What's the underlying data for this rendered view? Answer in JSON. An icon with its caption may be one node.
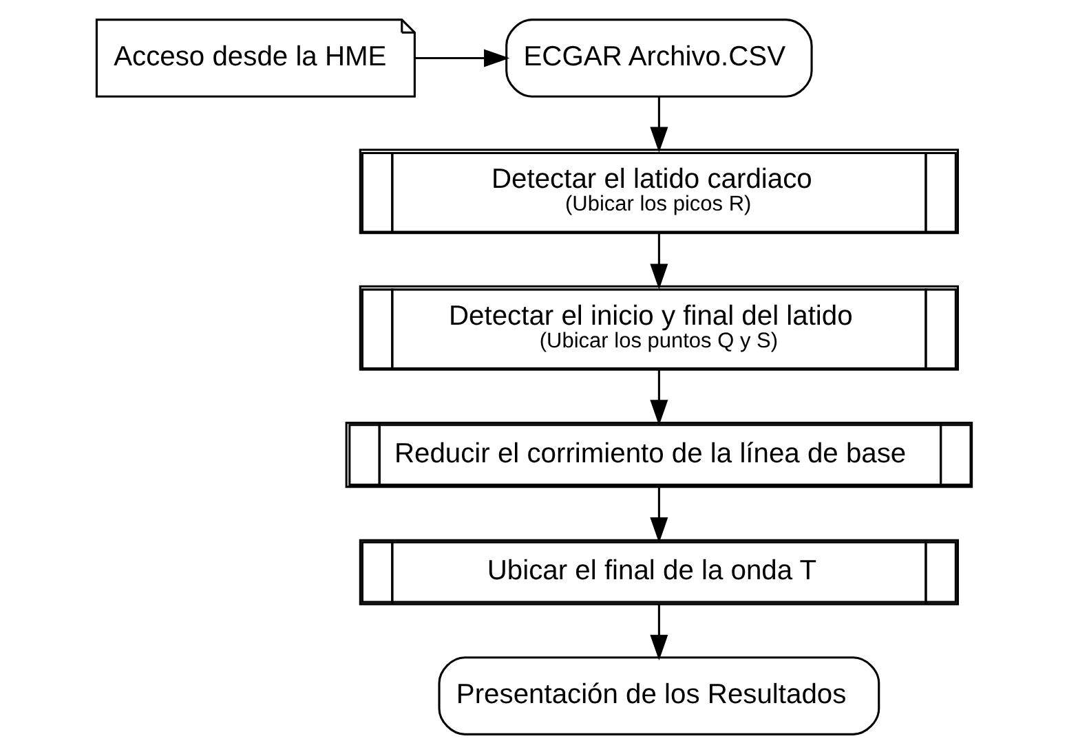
{
  "diagram": {
    "nodes": [
      {
        "text": [
          "Acceso desde la HME"
        ]
      },
      {
        "text": [
          "ECGAR Archivo.CSV"
        ]
      },
      {
        "text": [
          "Detectar el latido cardiaco",
          "(Ubicar los picos R)"
        ]
      },
      {
        "text": [
          "Detectar el inicio y final del latido",
          "(Ubicar los puntos Q y S)"
        ]
      },
      {
        "text": [
          "Reducir el corrimiento de la línea de base"
        ]
      },
      {
        "text": [
          "Ubicar el final de la onda T"
        ]
      },
      {
        "text": [
          "Presentación de los Resultados"
        ]
      }
    ],
    "edges": [
      {
        "from": 0,
        "to": 1,
        "arrow": "to"
      },
      {
        "from": 1,
        "to": 2,
        "arrow": "to"
      },
      {
        "from": 2,
        "to": 3,
        "arrow": "to"
      },
      {
        "from": 3,
        "to": 4,
        "arrow": "to"
      },
      {
        "from": 4,
        "to": 5,
        "arrow": "to"
      },
      {
        "from": 5,
        "to": 6,
        "arrow": "to"
      }
    ]
  }
}
